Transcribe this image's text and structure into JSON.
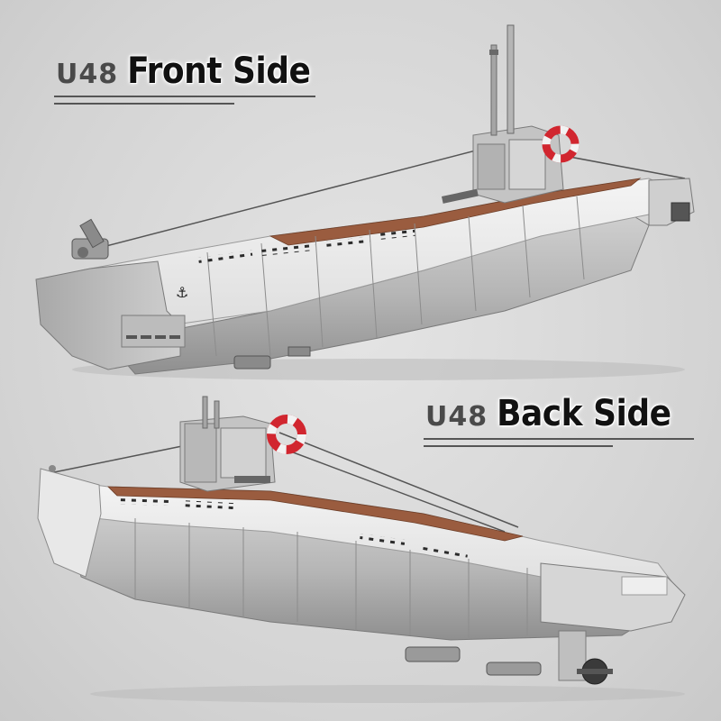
{
  "front_label": {
    "model": "U48",
    "side": "Front Side"
  },
  "back_label": {
    "model": "U48",
    "side": "Back Side"
  },
  "colors": {
    "background": "#d9d9d9",
    "hull_light": "#eeeeee",
    "hull_gray": "#b8b8b8",
    "deck_brown": "#9a5c3f",
    "lifebuoy_red": "#d1262f"
  }
}
